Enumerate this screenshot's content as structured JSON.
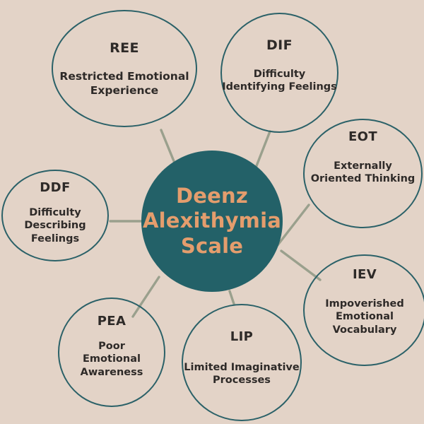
{
  "diagram": {
    "title": "Deenz Alexithymia Scale",
    "type": "hub-and-spoke",
    "background_color": "#e3d3c7",
    "hub": {
      "title": "Deenz\nAlexithymia\nScale",
      "fill_color": "#236168",
      "text_color": "#e49d6d"
    },
    "style": {
      "node_border_color": "#2b6168",
      "node_text_color": "#2e2a28",
      "connector_color": "#9aa08d"
    },
    "nodes": [
      {
        "code": "REE",
        "label": "Restricted Emotional\nExperience",
        "position": "top-left"
      },
      {
        "code": "DIF",
        "label": "Difficulty\nIdentifying Feelings",
        "position": "top-right"
      },
      {
        "code": "EOT",
        "label": "Externally\nOriented Thinking",
        "position": "right-upper"
      },
      {
        "code": "IEV",
        "label": "Impoverished\nEmotional Vocabulary",
        "position": "right-lower"
      },
      {
        "code": "LIP",
        "label": "Limited Imaginative\nProcesses",
        "position": "bottom"
      },
      {
        "code": "PEA",
        "label": "Poor\nEmotional\nAwareness",
        "position": "bottom-left"
      },
      {
        "code": "DDF",
        "label": "Difficulty\nDescribing Feelings",
        "position": "left"
      }
    ]
  }
}
